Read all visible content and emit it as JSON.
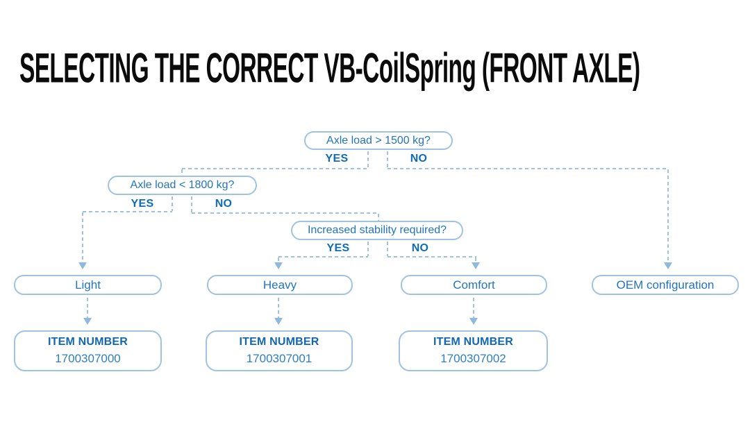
{
  "title": "SELECTING THE CORRECT VB-CoilSpring (FRONT AXLE)",
  "flowchart": {
    "decisions": [
      {
        "question": "Axle load > 1500 kg?",
        "yes_label": "YES",
        "no_label": "NO"
      },
      {
        "question": "Axle load < 1800 kg?",
        "yes_label": "YES",
        "no_label": "NO"
      },
      {
        "question": "Increased stability required?",
        "yes_label": "YES",
        "no_label": "NO"
      }
    ],
    "outcomes": [
      {
        "label": "Light"
      },
      {
        "label": "Heavy"
      },
      {
        "label": "Comfort"
      },
      {
        "label": "OEM configuration"
      }
    ],
    "item_boxes": [
      {
        "heading": "ITEM NUMBER",
        "number": "1700307000"
      },
      {
        "heading": "ITEM NUMBER",
        "number": "1700307001"
      },
      {
        "heading": "ITEM NUMBER",
        "number": "1700307002"
      }
    ]
  },
  "colors": {
    "line": "#9fc2e2",
    "arrow": "#8db9de",
    "question_text": "#2374bc",
    "yes_no_text": "#0e6cb6",
    "item_heading": "#1267b0",
    "item_number": "#2e7fc0",
    "title_text": "#0b0b0b",
    "bg": "#ffffff"
  }
}
